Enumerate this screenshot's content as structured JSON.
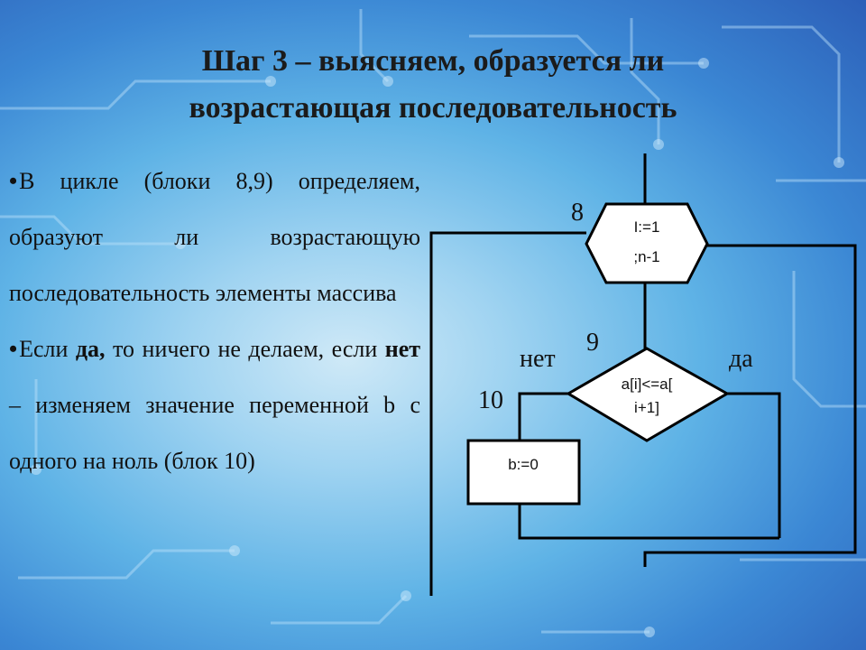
{
  "title": {
    "line1": "Шаг 3 – выясняем, образуется ли",
    "line2": "возрастающая последовательность"
  },
  "bullets": [
    {
      "marker": "•",
      "segments": [
        {
          "text": "В цикле (блоки 8,9) определяем, образуют ли возрастающую последовательность элементы массива",
          "bold": false
        }
      ]
    },
    {
      "marker": "•",
      "segments": [
        {
          "text": "Если ",
          "bold": false
        },
        {
          "text": "да,",
          "bold": true
        },
        {
          "text": " то ничего не делаем, если ",
          "bold": false
        },
        {
          "text": "нет",
          "bold": true
        },
        {
          "text": " – изменяем значение переменной b с одного на ноль (блок 10)",
          "bold": false
        }
      ]
    }
  ],
  "flowchart": {
    "block8": {
      "number": "8",
      "line1": "I:=1",
      "line2": ";n-1"
    },
    "block9": {
      "number": "9",
      "line1": "a[i]<=a[",
      "line2": "i+1]"
    },
    "block10": {
      "number": "10",
      "text": "b:=0"
    },
    "no_label": "нет",
    "yes_label": "да"
  }
}
